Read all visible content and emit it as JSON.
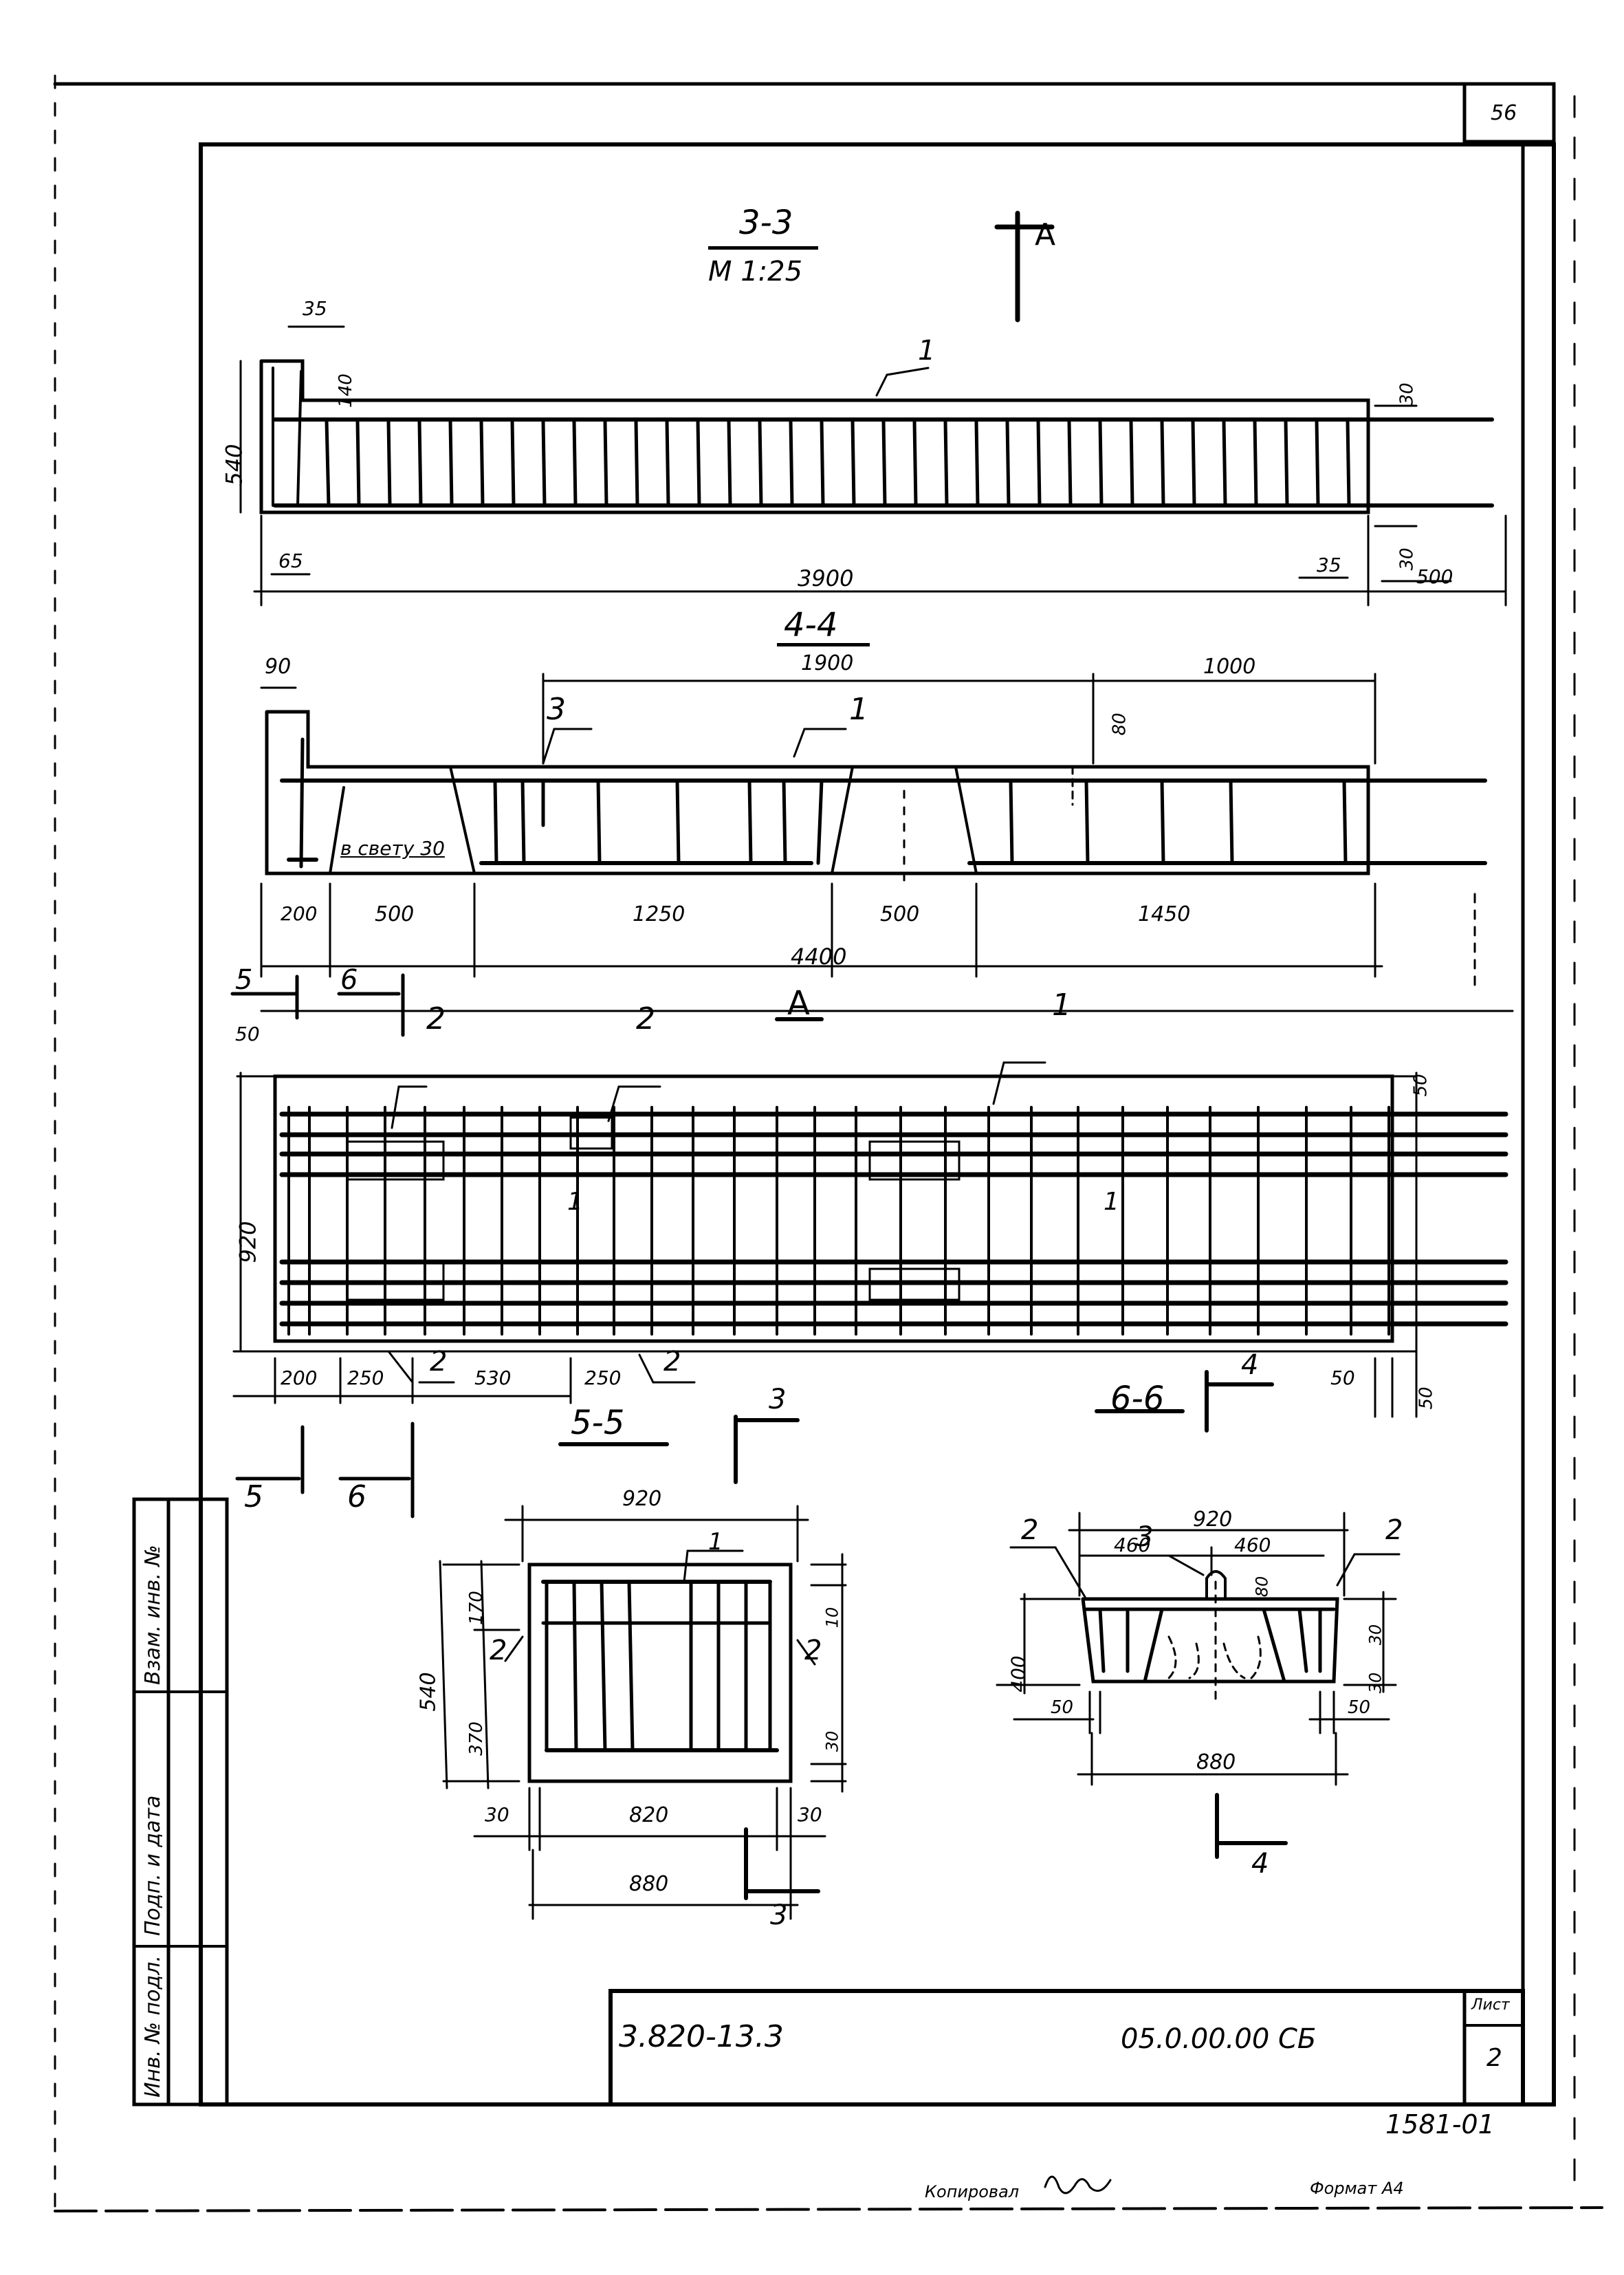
{
  "sheet": {
    "page_number": "56",
    "sheet_label": "Лист",
    "sheet_number": "2",
    "doc_series": "3.820-13.3",
    "doc_code": "05.0.00.00 СБ",
    "archive_number": "1581-01",
    "copied_label": "Копировал",
    "format_label": "Формат А4"
  },
  "stamp_column": {
    "cells": [
      "Взам. инв. №",
      "Подп. и дата",
      "Инв. № подл."
    ]
  },
  "section_3_3": {
    "title": "3-3",
    "scale": "М 1:25",
    "view_marker": "А",
    "callout_1": "1",
    "dims": {
      "d35_top": "35",
      "d140": "140",
      "d540": "540",
      "d30_top": "30",
      "d30_bottom": "30",
      "d65": "65",
      "d3900": "3900",
      "d35_right": "35",
      "d500": "500"
    }
  },
  "section_4_4": {
    "title": "4-4",
    "callout_3": "3",
    "callout_1": "1",
    "note": "в свету 30",
    "dims": {
      "d90": "90",
      "d1900": "1900",
      "d1000": "1000",
      "d80": "80",
      "d200": "200",
      "d500a": "500",
      "d1250": "1250",
      "d500b": "500",
      "d1450": "1450",
      "d4400": "4400"
    }
  },
  "view_a": {
    "title": "А",
    "section_5_marker": "5",
    "section_6_marker": "6",
    "callouts": [
      "2",
      "2",
      "1",
      "2",
      "2"
    ],
    "marks": [
      "1",
      "1"
    ],
    "dims": {
      "d50_top": "50",
      "d50_right_top": "50",
      "d920": "920",
      "d200": "200",
      "d250a": "250",
      "d530": "530",
      "d250b": "250",
      "d50_right": "50",
      "d50_right_bottom": "50"
    }
  },
  "section_5_5": {
    "title": "5-5",
    "marker_top": "3",
    "marker_bottom": "3",
    "callout_1": "1",
    "callout_2_left": "2",
    "callout_2_right": "2",
    "dims": {
      "d920": "920",
      "d540": "540",
      "d170": "170",
      "d370": "370",
      "d10": "10",
      "d30_right": "30",
      "d30_left": "30",
      "d820": "820",
      "d30_right_bottom": "30",
      "d880": "880"
    }
  },
  "section_6_6": {
    "title": "6-6",
    "marker_top": "4",
    "marker_bottom": "4",
    "callout_2_left": "2",
    "callout_3": "3",
    "callout_2_right": "2",
    "dims": {
      "d920": "920",
      "d460a": "460",
      "d460b": "460",
      "d80": "80",
      "d400": "400",
      "d30a": "30",
      "d30b": "30",
      "d50_left": "50",
      "d50_right": "50",
      "d880": "880"
    }
  },
  "cut_markers": {
    "left_5": "5",
    "left_6": "6"
  }
}
